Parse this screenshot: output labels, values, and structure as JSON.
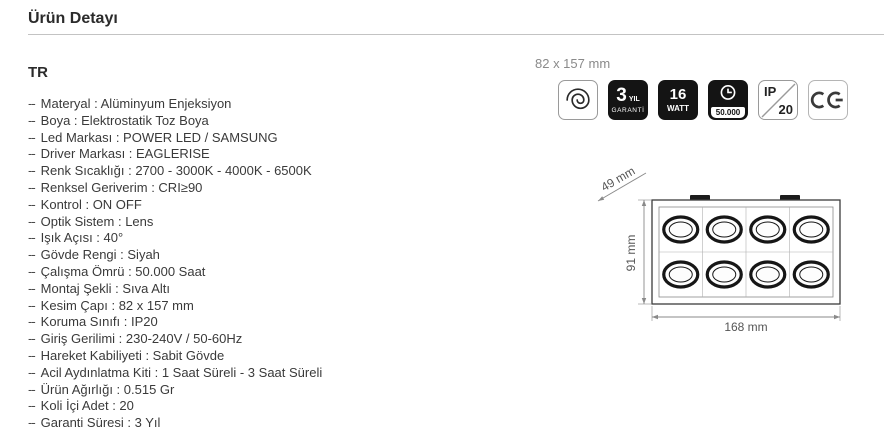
{
  "page": {
    "title": "Ürün Detayı"
  },
  "specs": {
    "lang_label": "TR",
    "bullet": "--",
    "items": [
      "Materyal : Alüminyum Enjeksiyon",
      "Boya : Elektrostatik Toz Boya",
      "Led Markası : POWER LED / SAMSUNG",
      "Driver Markası : EAGLERISE",
      "Renk Sıcaklığı : 2700 - 3000K - 4000K - 6500K",
      "Renksel Geriverim : CRI≥90",
      "Kontrol : ON OFF",
      "Optik Sistem : Lens",
      "Işık Açısı : 40°",
      "Gövde Rengi : Siyah",
      "Çalışma Ömrü : 50.000 Saat",
      "Montaj Şekli : Sıva Altı",
      "Kesim Çapı : 82 x 157 mm",
      "Koruma Sınıfı : IP20",
      "Giriş Gerilimi : 230-240V / 50-60Hz",
      "Hareket Kabiliyeti : Sabit Gövde",
      "Acil Aydınlatma Kiti : 1 Saat Süreli - 3 Saat Süreli",
      "Ürün Ağırlığı : 0.515 Gr",
      "Koli İçi Adet : 20",
      "Garanti Süresi : 3 Yıl"
    ]
  },
  "panel": {
    "cutout_label": "82 x 157 mm",
    "badges": {
      "warranty_num": "3",
      "warranty_unit": "YIL",
      "warranty_label": "GARANTİ",
      "watt_num": "16",
      "watt_label": "WATT",
      "lifetime_value": "50.000",
      "ip_prefix": "IP",
      "ip_value": "20",
      "ce_label": "CE"
    },
    "dimensions": {
      "depth": "49 mm",
      "height": "91 mm",
      "width": "168 mm"
    }
  }
}
